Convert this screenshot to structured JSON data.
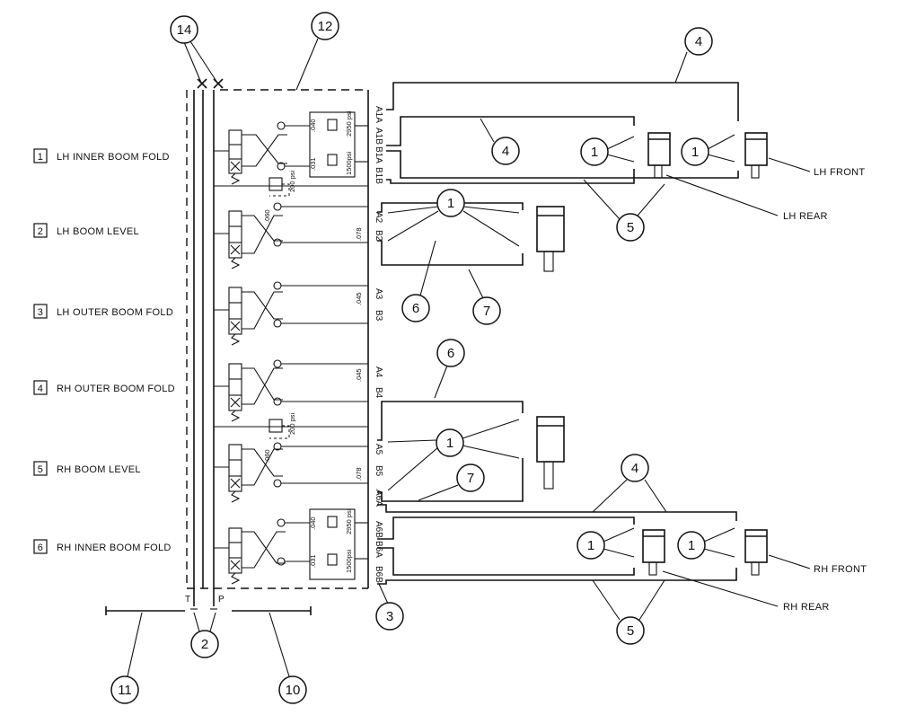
{
  "functions": [
    {
      "num": "1",
      "label": "LH INNER BOOM FOLD"
    },
    {
      "num": "2",
      "label": "LH BOOM LEVEL"
    },
    {
      "num": "3",
      "label": "LH OUTER BOOM FOLD"
    },
    {
      "num": "4",
      "label": "RH OUTER BOOM FOLD"
    },
    {
      "num": "5",
      "label": "RH BOOM LEVEL"
    },
    {
      "num": "6",
      "label": "RH INNER BOOM FOLD"
    }
  ],
  "ports": [
    "A1A",
    "A1B",
    "B1A",
    "B1B",
    "A2",
    "B2",
    "A3",
    "B3",
    "A4",
    "B4",
    "A5",
    "B5",
    "A6A",
    "A6B",
    "B6A",
    "B6B"
  ],
  "orifices": [
    ".040",
    ".031",
    ".060",
    ".078",
    ".045",
    ".045",
    ".060",
    ".078",
    ".040",
    ".031"
  ],
  "pressures": {
    "p2950": "2950 psi",
    "p1500": "1500psi",
    "p200": "200 psi"
  },
  "tank_label": "T",
  "pressure_label": "P",
  "cylinder_labels": {
    "lh_front": "LH FRONT",
    "lh_rear": "LH REAR",
    "rh_front": "RH FRONT",
    "rh_rear": "RH REAR"
  },
  "callouts": {
    "c1": "1",
    "c2": "2",
    "c3": "3",
    "c4": "4",
    "c5": "5",
    "c6": "6",
    "c7": "7",
    "c10": "10",
    "c11": "11",
    "c12": "12",
    "c14": "14"
  }
}
